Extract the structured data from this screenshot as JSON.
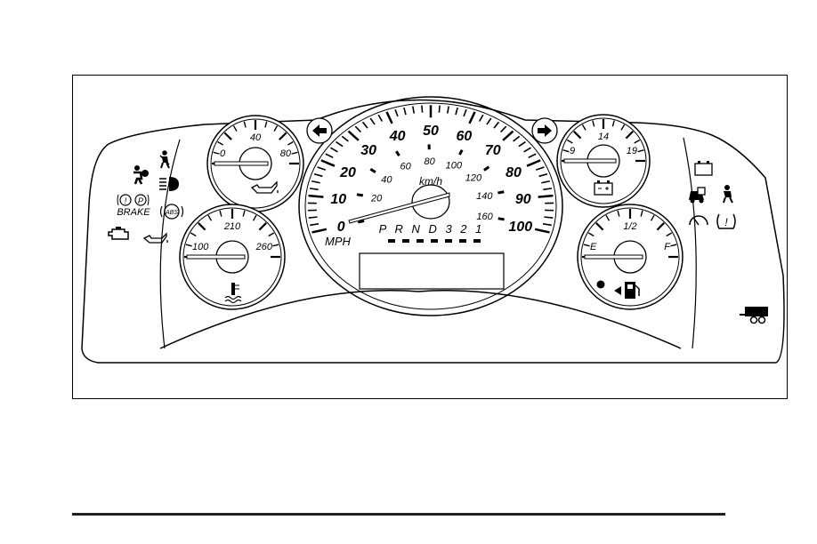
{
  "oil_gauge": {
    "ticks": [
      "40",
      "0",
      "80"
    ]
  },
  "coolant_gauge": {
    "ticks": [
      "210",
      "100",
      "260"
    ]
  },
  "volt_gauge": {
    "ticks": [
      "14",
      "9",
      "19"
    ]
  },
  "fuel_gauge": {
    "ticks": [
      "1/2",
      "E",
      "F"
    ]
  },
  "speedometer": {
    "mph_labels": [
      "0",
      "10",
      "20",
      "30",
      "40",
      "50",
      "60",
      "70",
      "80",
      "90",
      "100"
    ],
    "kmh_labels": [
      "20",
      "40",
      "60",
      "80",
      "100",
      "120",
      "140",
      "160"
    ],
    "kmh_unit": "km/h",
    "mph_unit": "MPH",
    "prndl": "P R N D 3 2 1"
  },
  "warning_lights": {
    "brake_label": "BRAKE",
    "abs_label": "ABS"
  },
  "colors": {
    "line": "#000000",
    "panel": "#ffffff",
    "ring": "#333333"
  }
}
